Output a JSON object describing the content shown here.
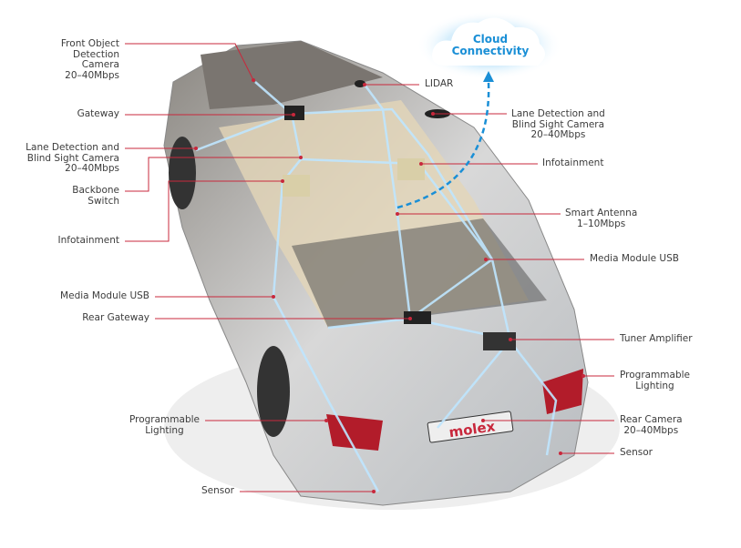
{
  "cloud": {
    "label": "Cloud\nConnectivity"
  },
  "brand": "molex",
  "colors": {
    "leader": "#c8283c",
    "cloud_text": "#1a8fd6",
    "network": "#bfe6ff"
  },
  "left_labels": [
    "Front Object\nDetection\nCamera\n20–40Mbps",
    "Gateway",
    "Lane Detection and\nBlind Sight Camera\n20–40Mbps",
    "Backbone\nSwitch",
    "Infotainment",
    "Media Module USB",
    "Rear Gateway",
    "Programmable\nLighting",
    "Sensor"
  ],
  "right_labels": [
    "LIDAR",
    "Lane Detection and\nBlind Sight Camera\n20–40Mbps",
    "Infotainment",
    "Smart Antenna\n1–10Mbps",
    "Media Module USB",
    "Tuner Amplifier",
    "Programmable\nLighting",
    "Rear Camera\n20–40Mbps",
    "Sensor"
  ]
}
